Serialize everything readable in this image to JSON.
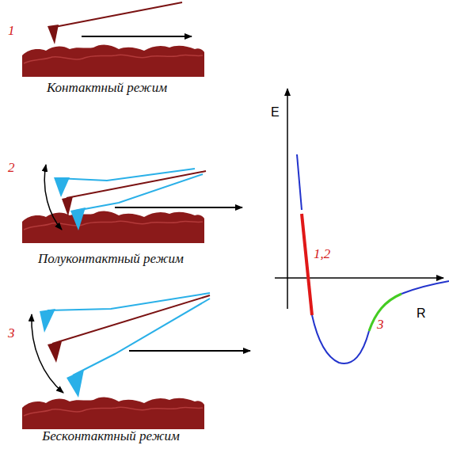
{
  "diagram": {
    "labels": [
      "1",
      "Контактный режим",
      "2",
      "Полуконтактный режим",
      "3",
      "Бесконтактный режим",
      "E",
      "1,2",
      "3",
      "R"
    ]
  }
}
